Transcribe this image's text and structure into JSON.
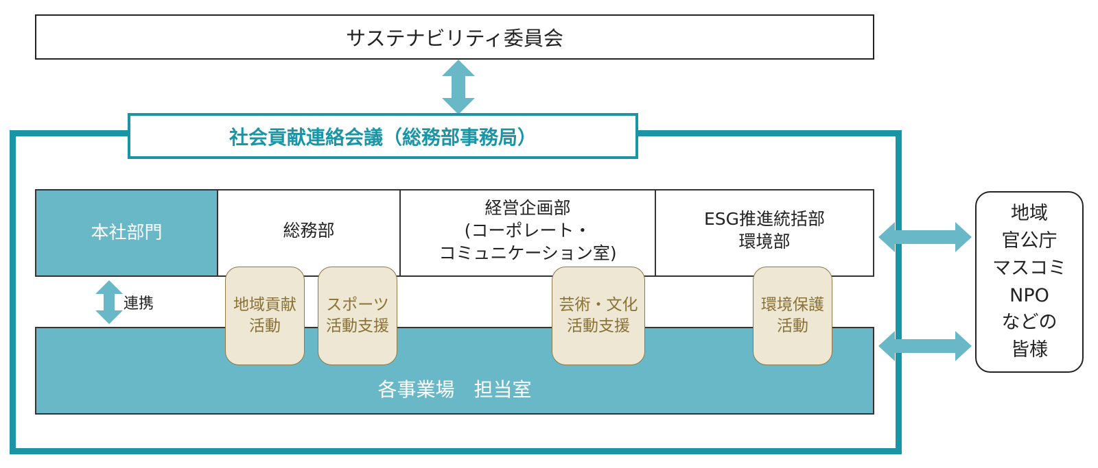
{
  "committee": {
    "label": "サステナビリティ委員会"
  },
  "council": {
    "label": "社会貢献連絡会議（総務部事務局）"
  },
  "headquarters": {
    "label": "本社部門"
  },
  "departments": {
    "soumu": {
      "lines": [
        "総務部"
      ]
    },
    "keiei": {
      "lines": [
        "経営企画部",
        "(コーポレート・",
        "コミュニケーション室)"
      ]
    },
    "esg": {
      "lines": [
        "ESG推進統括部",
        "環境部"
      ]
    }
  },
  "sites": {
    "label": "各事業場　担当室"
  },
  "renkei": {
    "label": "連携"
  },
  "activities": {
    "chiiki": {
      "lines": [
        "地域貢献",
        "活動"
      ]
    },
    "sports": {
      "lines": [
        "スポーツ",
        "活動支援"
      ]
    },
    "geijutsu": {
      "lines": [
        "芸術・文化",
        "活動支援"
      ]
    },
    "kankyo": {
      "lines": [
        "環境保護",
        "活動"
      ]
    }
  },
  "stakeholders": {
    "lines": [
      "地域",
      "官公庁",
      "マスコミ",
      "NPO",
      "などの",
      "皆様"
    ]
  },
  "colors": {
    "teal_frame": "#1a95a6",
    "teal_fill": "#69b8c7",
    "activity_fill": "#ede7d3",
    "activity_text": "#8a7236"
  }
}
